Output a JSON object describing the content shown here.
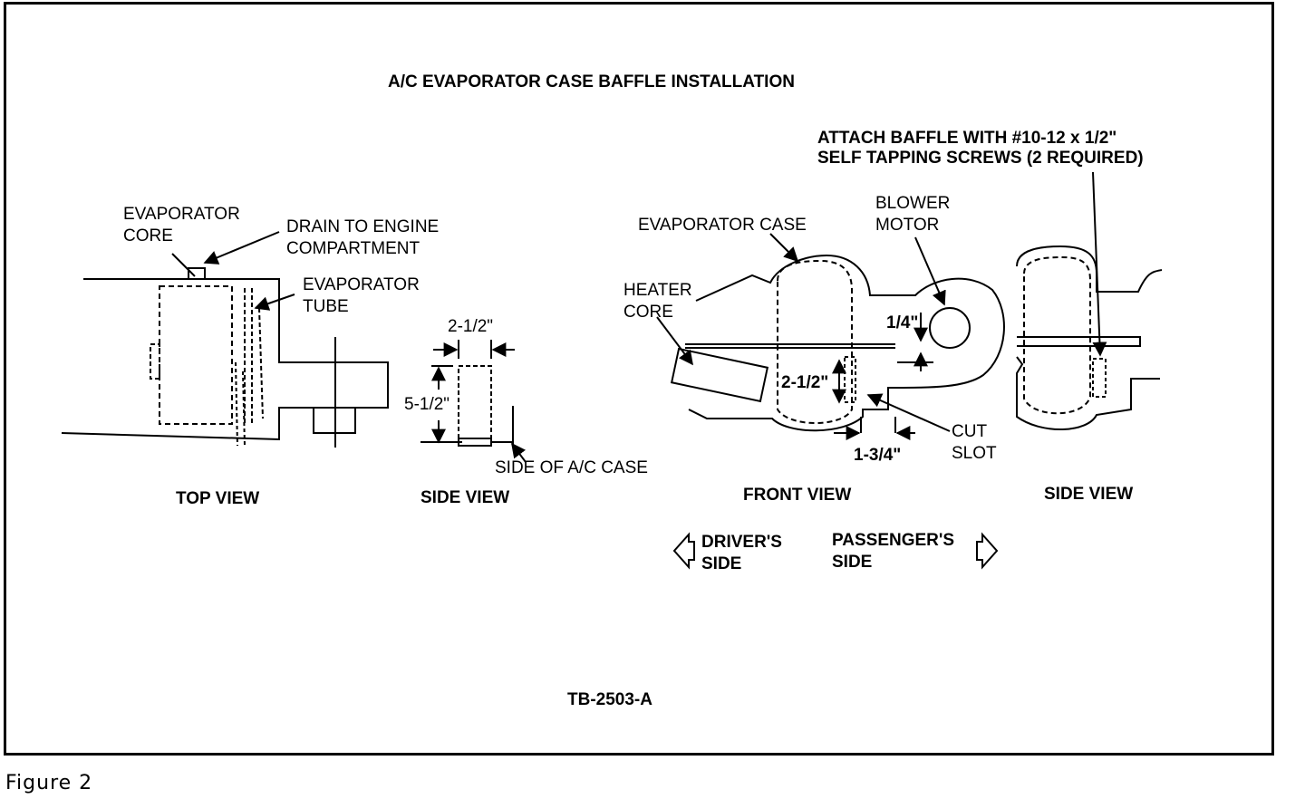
{
  "title": "A/C EVAPORATOR CASE BAFFLE INSTALLATION",
  "labels": {
    "evaporator_core_1": "EVAPORATOR",
    "evaporator_core_2": "CORE",
    "drain_1": "DRAIN TO ENGINE",
    "drain_2": "COMPARTMENT",
    "evap_tube_1": "EVAPORATOR",
    "evap_tube_2": "TUBE",
    "dim_2_1_2_a": "2-1/2\"",
    "dim_5_1_2": "5-1/2\"",
    "side_of_ac_case": "SIDE OF A/C CASE",
    "evaporator_case": "EVAPORATOR CASE",
    "heater_core_1": "HEATER",
    "heater_core_2": "CORE",
    "blower_motor_1": "BLOWER",
    "blower_motor_2": "MOTOR",
    "dim_1_4": "1/4\"",
    "dim_2_1_2_b": "2-1/2\"",
    "dim_1_3_4": "1-3/4\"",
    "cut_slot_1": "CUT",
    "cut_slot_2": "SLOT",
    "attach_note_1": "ATTACH BAFFLE WITH #10-12 x 1/2\"",
    "attach_note_2": "SELF TAPPING SCREWS (2 REQUIRED)"
  },
  "view_titles": {
    "top_view": "TOP VIEW",
    "side_view_1": "SIDE VIEW",
    "front_view": "FRONT VIEW",
    "side_view_2": "SIDE VIEW"
  },
  "direction": {
    "driver_1": "DRIVER'S",
    "driver_2": "SIDE",
    "passenger_1": "PASSENGER'S",
    "passenger_2": "SIDE"
  },
  "code": "TB-2503-A",
  "caption": "Figure 2"
}
